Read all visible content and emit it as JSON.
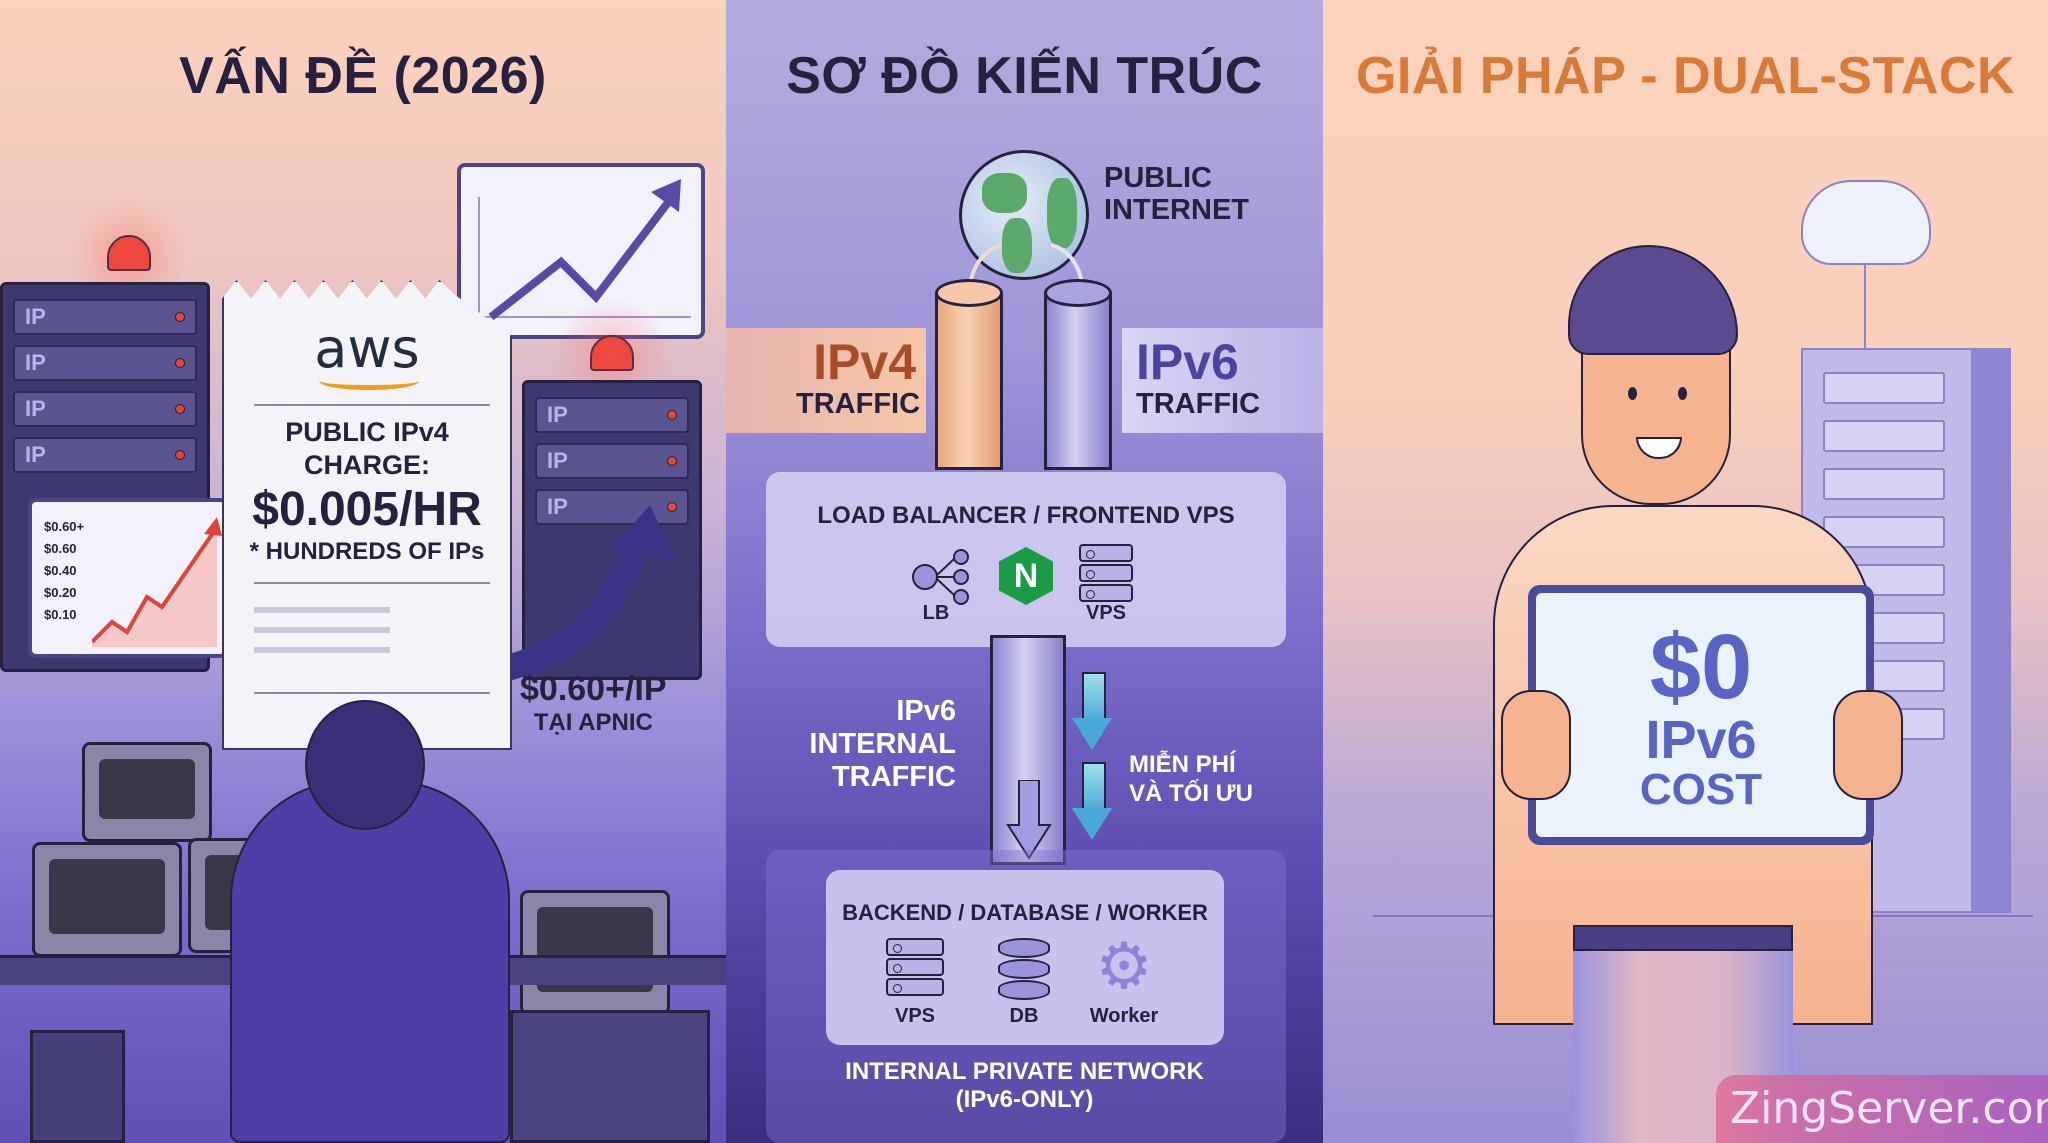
{
  "panels": {
    "problem": {
      "title": "VẤN ĐỀ (2026)",
      "rack_labels": [
        "IP",
        "IP",
        "IP",
        "IP"
      ],
      "rack2_labels": [
        "IP",
        "IP",
        "IP"
      ],
      "chart_ticks": [
        "$0.60+",
        "$0.60",
        "$0.40",
        "$0.20",
        "$0.10"
      ],
      "receipt": {
        "brand": "aws",
        "line1": "PUBLIC IPv4",
        "line2": "CHARGE:",
        "price": "$0.005/HR",
        "note": "* HUNDREDS OF IPs"
      },
      "apnic": {
        "price": "$0.60+/IP",
        "label": "TẠI APNIC"
      }
    },
    "architecture": {
      "title": "SƠ ĐỒ KIẾN TRÚC",
      "internet_label_1": "PUBLIC",
      "internet_label_2": "INTERNET",
      "ipv4": {
        "label": "IPv4",
        "sub": "TRAFFIC",
        "color": "#a64e2c"
      },
      "ipv6": {
        "label": "IPv6",
        "sub": "TRAFFIC",
        "color": "#4a46a0"
      },
      "frontend": {
        "title": "LOAD BALANCER / FRONTEND VPS",
        "icons": [
          {
            "name": "lb",
            "label": "LB"
          },
          {
            "name": "nginx",
            "label": "N"
          },
          {
            "name": "vps",
            "label": "VPS"
          }
        ]
      },
      "internal": {
        "line1": "IPv6",
        "line2": "INTERNAL",
        "line3": "TRAFFIC"
      },
      "free": {
        "line1": "MIỄN PHÍ",
        "line2": "VÀ TỐI ƯU"
      },
      "backend": {
        "title": "BACKEND / DATABASE / WORKER",
        "icons": [
          {
            "name": "vps",
            "label": "VPS"
          },
          {
            "name": "db",
            "label": "DB"
          },
          {
            "name": "worker",
            "label": "Worker"
          }
        ]
      },
      "network_line1": "INTERNAL PRIVATE NETWORK",
      "network_line2": "(IPv6-ONLY)"
    },
    "solution": {
      "title": "GIẢI PHÁP - DUAL-STACK",
      "sign": {
        "amount": "$0",
        "line2": "IPv6",
        "line3": "COST"
      }
    }
  },
  "watermark": "ZingServer.com",
  "colors": {
    "title_dark": "#27213f",
    "title_orange": "#d97a38",
    "aws_orange": "#f29d1a",
    "nginx_green": "#1a9b46",
    "sign_blue": "#5864c6"
  }
}
